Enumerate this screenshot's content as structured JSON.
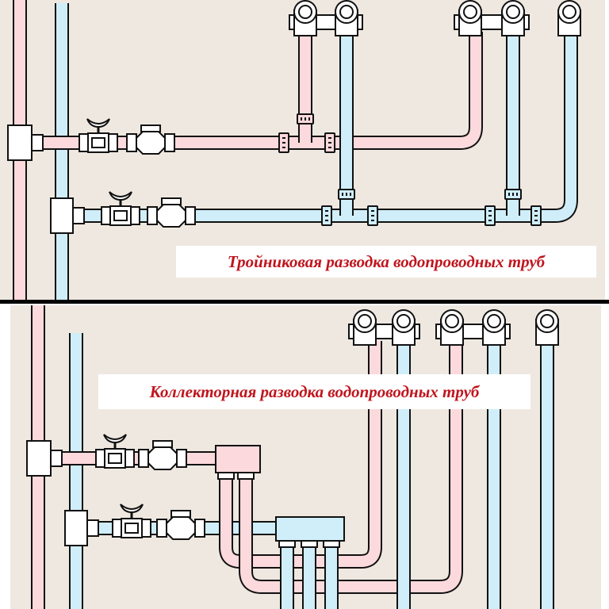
{
  "colors": {
    "hot_pipe": "#fbd9dc",
    "cold_pipe": "#cfeefa",
    "hot_outline": "#6b1a1a",
    "outline": "#111111",
    "label_text": "#c0151e",
    "background": "#efe8e0",
    "fitting": "#ffffff"
  },
  "top_panel": {
    "title": "Тройниковая разводка водопроводных труб",
    "scheme_type": "tee"
  },
  "bottom_panel": {
    "title": "Коллекторная разводка водопроводных труб",
    "scheme_type": "manifold"
  },
  "legend": {
    "hot_water_icon": "hot-pipe",
    "cold_water_icon": "cold-pipe",
    "valve_icon": "ball-valve",
    "filter_icon": "check-valve",
    "outlet_icon": "wall-elbow"
  }
}
